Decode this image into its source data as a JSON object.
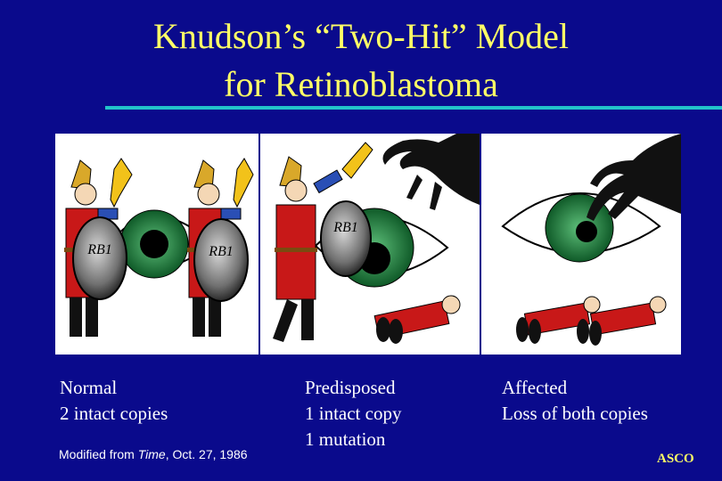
{
  "title": {
    "line1": "Knudson’s “Two-Hit” Model",
    "line2": "for Retinoblastoma"
  },
  "panels": [
    {
      "shield_labels": [
        "RB1",
        "RB1"
      ],
      "caption": [
        "Normal",
        "2 intact copies"
      ]
    },
    {
      "shield_labels": [
        "RB1"
      ],
      "caption": [
        "Predisposed",
        "1 intact copy",
        "1 mutation"
      ]
    },
    {
      "shield_labels": [],
      "caption": [
        "Affected",
        "Loss of both copies"
      ]
    }
  ],
  "credit": {
    "prefix": "Modified from ",
    "source": "Time",
    "suffix": ", Oct. 27, 1986"
  },
  "logo_text": "ASCO",
  "colors": {
    "background": "#0a0a8c",
    "title": "#ffff66",
    "rule": "#22c3c9",
    "iris": "#1f7a3a",
    "tunic": "#c81818"
  }
}
